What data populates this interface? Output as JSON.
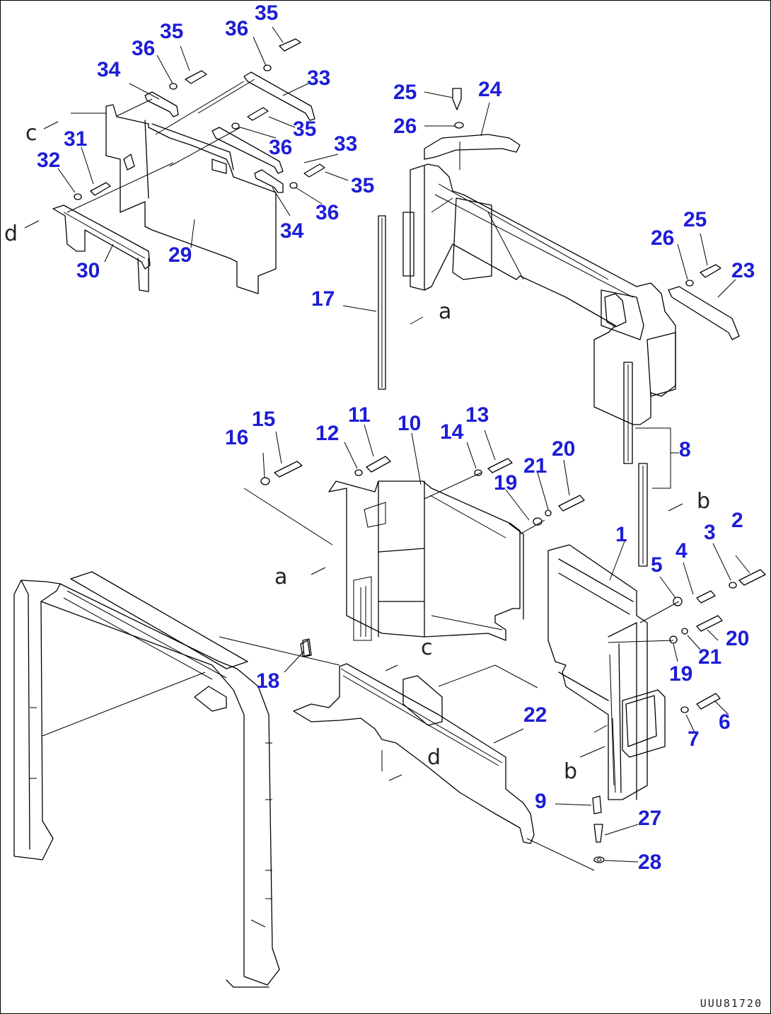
{
  "callouts": {
    "c1": "1",
    "c2": "2",
    "c3": "3",
    "c4": "4",
    "c5": "5",
    "c6": "6",
    "c7": "7",
    "c8": "8",
    "c9": "9",
    "c10": "10",
    "c11": "11",
    "c12": "12",
    "c13": "13",
    "c14": "14",
    "c15": "15",
    "c16": "16",
    "c17": "17",
    "c18": "18",
    "c19a": "19",
    "c19b": "19",
    "c20a": "20",
    "c20b": "20",
    "c21a": "21",
    "c21b": "21",
    "c22": "22",
    "c23": "23",
    "c24": "24",
    "c25a": "25",
    "c25b": "25",
    "c26a": "26",
    "c26b": "26",
    "c27": "27",
    "c28": "28",
    "c29": "29",
    "c30": "30",
    "c31": "31",
    "c32": "32",
    "c33a": "33",
    "c33b": "33",
    "c34a": "34",
    "c34b": "34",
    "c35a": "35",
    "c35b": "35",
    "c35c": "35",
    "c35d": "35",
    "c36a": "36",
    "c36b": "36",
    "c36c": "36",
    "c36d": "36"
  },
  "connection_refs": {
    "a_top": "a",
    "a_mid": "a",
    "b_top": "b",
    "b_mid": "b",
    "c_top": "c",
    "c_mid": "c",
    "d_top": "d",
    "d_mid": "d"
  },
  "drawing_code": "UUU81720",
  "colors": {
    "callout": "#1d1dd6",
    "line": "#000000",
    "background": "#ffffff"
  }
}
